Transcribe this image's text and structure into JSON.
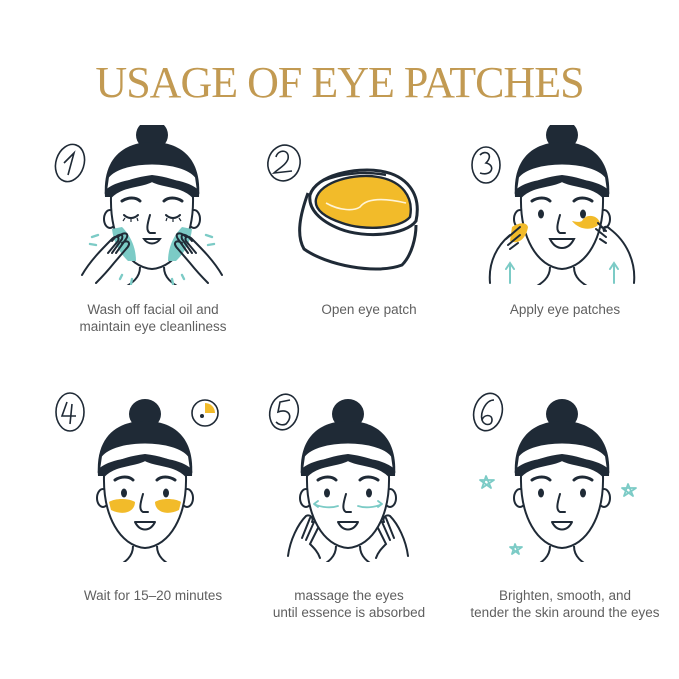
{
  "title": "USAGE OF EYE PATCHES",
  "colors": {
    "title": "#c29a52",
    "ink": "#1f2a36",
    "patch_gold": "#f2bb2a",
    "water_teal": "#7ccbc6",
    "caption": "#5f5f5f",
    "background": "#ffffff"
  },
  "steps": [
    {
      "number": "1",
      "icon": "face-washing-icon",
      "caption_lines": [
        "Wash off facial oil and",
        "maintain eye cleanliness"
      ]
    },
    {
      "number": "2",
      "icon": "open-jar-icon",
      "caption_lines": [
        "Open eye patch"
      ]
    },
    {
      "number": "3",
      "icon": "apply-patch-icon",
      "caption_lines": [
        "Apply eye patches"
      ]
    },
    {
      "number": "4",
      "icon": "face-with-patches-icon",
      "extra_icon": "timer-icon",
      "caption_lines": [
        "Wait for 15–20 minutes"
      ]
    },
    {
      "number": "5",
      "icon": "massage-eyes-icon",
      "caption_lines": [
        "massage the eyes",
        "until essence is absorbed"
      ]
    },
    {
      "number": "6",
      "icon": "bright-face-icon",
      "extra_icon": "sparkle-stars-icon",
      "caption_lines": [
        "Brighten, smooth, and",
        "tender the skin around the eyes"
      ]
    }
  ]
}
